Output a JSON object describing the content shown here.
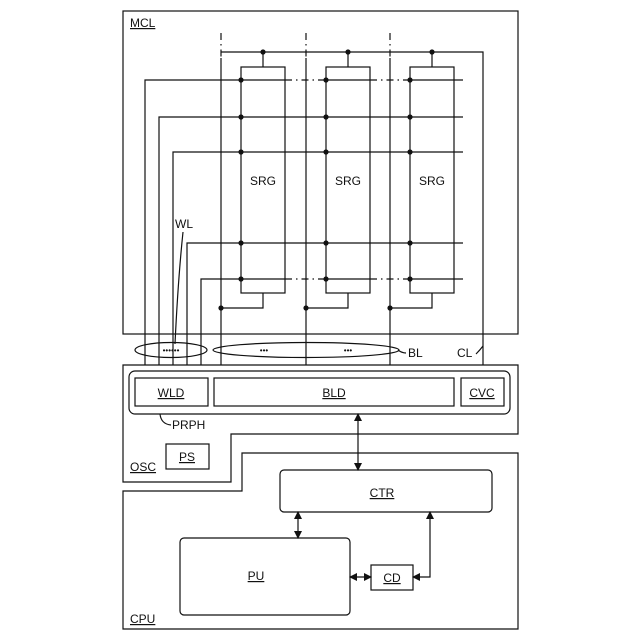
{
  "blocks": {
    "mcl": "MCL",
    "srg": [
      "SRG",
      "SRG",
      "SRG"
    ],
    "wl": "WL",
    "bl": "BL",
    "cl": "CL",
    "ellipsis_wl": "••••••",
    "ellipsis_bl_1": "•••",
    "ellipsis_bl_2": "•••",
    "wld": "WLD",
    "bld": "BLD",
    "cvc": "CVC",
    "prph": "PRPH",
    "osc": "OSC",
    "ps": "PS",
    "ctr": "CTR",
    "pu": "PU",
    "cd": "CD",
    "cpu": "CPU"
  }
}
